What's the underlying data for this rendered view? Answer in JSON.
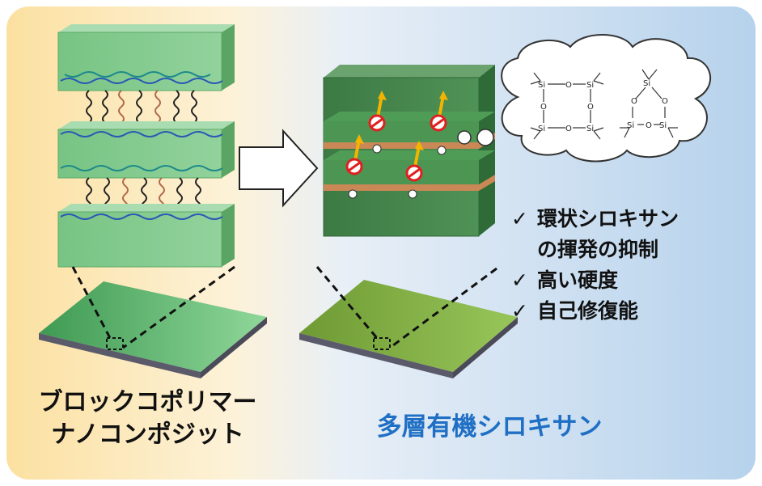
{
  "left_material": {
    "caption_line1": "ブロックコポリマー",
    "caption_line2": "ナノコンポジット"
  },
  "right_material": {
    "caption": "多層有機シロキサン",
    "caption_color": "#1f6fc4"
  },
  "properties": [
    {
      "line1": "環状シロキサン",
      "line2": "の揮発の抑制"
    },
    {
      "line1": "高い硬度"
    },
    {
      "line1": "自己修復能"
    }
  ],
  "check_mark": "✓",
  "molecules": {
    "si_label": "Si",
    "o_label": "O"
  },
  "colors": {
    "layer_green": "#6cc07a",
    "dark_green": "#3f7a45",
    "band_orange": "#c98855",
    "bg_left": "#fbe2a6",
    "bg_right": "#bcd6ee"
  }
}
